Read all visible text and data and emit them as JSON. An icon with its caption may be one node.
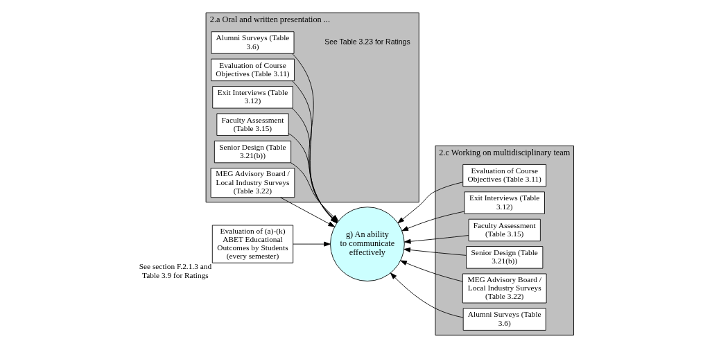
{
  "diagram": {
    "nodes": [
      {
        "text": [
          "2.a Oral and written presentation ..."
        ],
        "beside": [
          "See Table 3.23 for Ratings"
        ]
      },
      {
        "text": [
          "Evaluation of Course Objectives (Table 3.11)"
        ],
        "in": 0
      },
      {
        "text": [
          "Exit Interviews (Table 3.12)"
        ],
        "in": 0
      },
      {
        "text": [
          "Faculty Assessment (Table 3.15)"
        ],
        "in": 0
      },
      {
        "text": [
          "Senior Design (Table 3.21(b))"
        ],
        "in": 0
      },
      {
        "text": [
          "MEG Advisory Board / Local Industry Surveys (Table 3.22)"
        ],
        "in": 0
      },
      {
        "text": [
          "Alumni Surveys (Table 3.6)"
        ],
        "in": 0
      },
      {
        "text": [
          "g) An ability to communicate effectively"
        ]
      },
      {
        "text": [
          "2.c Working on multidisciplinary team"
        ]
      },
      {
        "text": [
          "Evaluation of Course Objectives (Table 3.11)"
        ],
        "in": 8
      },
      {
        "text": [
          "Exit Interviews (Table 3.12)"
        ],
        "in": 8
      },
      {
        "text": [
          "Faculty Assessment (Table 3.15)"
        ],
        "in": 8
      },
      {
        "text": [
          "Senior Design (Table 3.21(b))"
        ],
        "in": 8
      },
      {
        "text": [
          "MEG Advisory Board / Local Industry Surveys (Table 3.22)"
        ],
        "in": 8
      },
      {
        "text": [
          "Alumni Surveys (Table 3.6)"
        ],
        "in": 8
      },
      {
        "text": [
          "Evaluation of (a)-(k) ABET Educational Outcomes by Students (every semester)"
        ],
        "beside": [
          "See section F.2.1.3 and Table 3.9 for Ratings"
        ]
      }
    ],
    "edges": [
      {
        "from": 1,
        "to": 7,
        "arrow": "to"
      },
      {
        "from": 2,
        "to": 7,
        "arrow": "to"
      },
      {
        "from": 3,
        "to": 7,
        "arrow": "to"
      },
      {
        "from": 4,
        "to": 7,
        "arrow": "to"
      },
      {
        "from": 5,
        "to": 7,
        "arrow": "to"
      },
      {
        "from": 6,
        "to": 7,
        "arrow": "to"
      },
      {
        "from": 9,
        "to": 7,
        "arrow": "to"
      },
      {
        "from": 10,
        "to": 7,
        "arrow": "to"
      },
      {
        "from": 11,
        "to": 7,
        "arrow": "to"
      },
      {
        "from": 12,
        "to": 7,
        "arrow": "to"
      },
      {
        "from": 13,
        "to": 7,
        "arrow": "to"
      },
      {
        "from": 14,
        "to": 7,
        "arrow": "to"
      },
      {
        "from": 15,
        "to": 7,
        "arrow": "to"
      }
    ]
  }
}
